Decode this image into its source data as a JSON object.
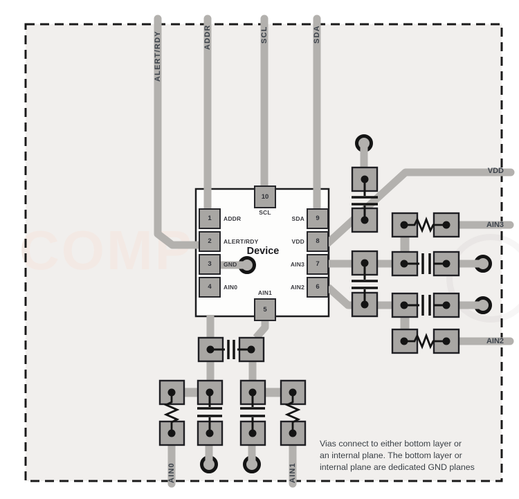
{
  "colors": {
    "board_bg": "#f1efed",
    "trace": "#b3b1ae",
    "pad": "#a8a6a3",
    "outline": "#1d1d1f",
    "label": "#3d434b",
    "watermark": "#f3e9e4"
  },
  "top_labels": {
    "alert_rdy": "ALERT/RDY",
    "addr": "ADDR",
    "scl": "SCL",
    "sda": "SDA"
  },
  "right_labels": {
    "vdd": "VDD",
    "ain3": "AIN3",
    "ain2": "AIN2"
  },
  "bottom_labels": {
    "ain0": "AIN0",
    "ain1": "AIN1"
  },
  "chip": {
    "name": "Device",
    "pins": {
      "p1": {
        "num": "1",
        "label": "ADDR"
      },
      "p2": {
        "num": "2",
        "label": "ALERT/RDY"
      },
      "p3": {
        "num": "3",
        "label": "GND"
      },
      "p4": {
        "num": "4",
        "label": "AIN0"
      },
      "p5": {
        "num": "5",
        "label": "AIN1"
      },
      "p6": {
        "num": "6",
        "label": "AIN2"
      },
      "p7": {
        "num": "7",
        "label": "AIN3"
      },
      "p8": {
        "num": "8",
        "label": "VDD"
      },
      "p9": {
        "num": "9",
        "label": "SDA"
      },
      "p10": {
        "num": "10",
        "label": "SCL"
      }
    }
  },
  "caption": [
    "Vias connect to either bottom layer or",
    "an internal plane. The bottom layer or",
    "internal plane are dedicated GND planes"
  ],
  "watermark": "COMP"
}
